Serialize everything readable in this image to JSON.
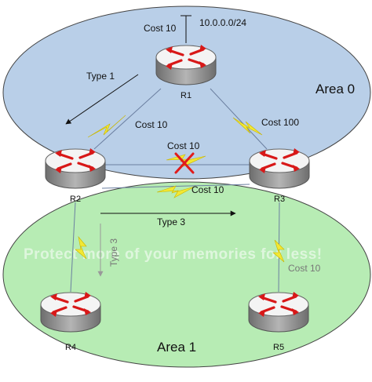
{
  "areas": {
    "area0": {
      "label": "Area 0",
      "color": "#b9cfe8"
    },
    "area1": {
      "label": "Area 1",
      "color": "#b7ecb4"
    }
  },
  "routers": {
    "r1": "R1",
    "r2": "R2",
    "r3": "R3",
    "r4": "R4",
    "r5": "R5"
  },
  "stub_network": "10.0.0.0/24",
  "costs": {
    "stub": "Cost 10",
    "r1_r2": "Cost 10",
    "r1_r3": "Cost 100",
    "r2_r3_area0": "Cost 10",
    "r2_r3_area1": "Cost 10",
    "r3_r5": "Cost 10"
  },
  "lsa": {
    "type1": "Type 1",
    "type3_horizontal": "Type 3",
    "type3_vertical": "Type 3"
  },
  "watermark": "Protect more of your memories for less!",
  "colors": {
    "router_body": "#8f8f8f",
    "router_top": "#ffffff",
    "router_arrow": "#d81818",
    "link_bolt": "#f2e834",
    "failed_mark": "#e11b1b"
  }
}
